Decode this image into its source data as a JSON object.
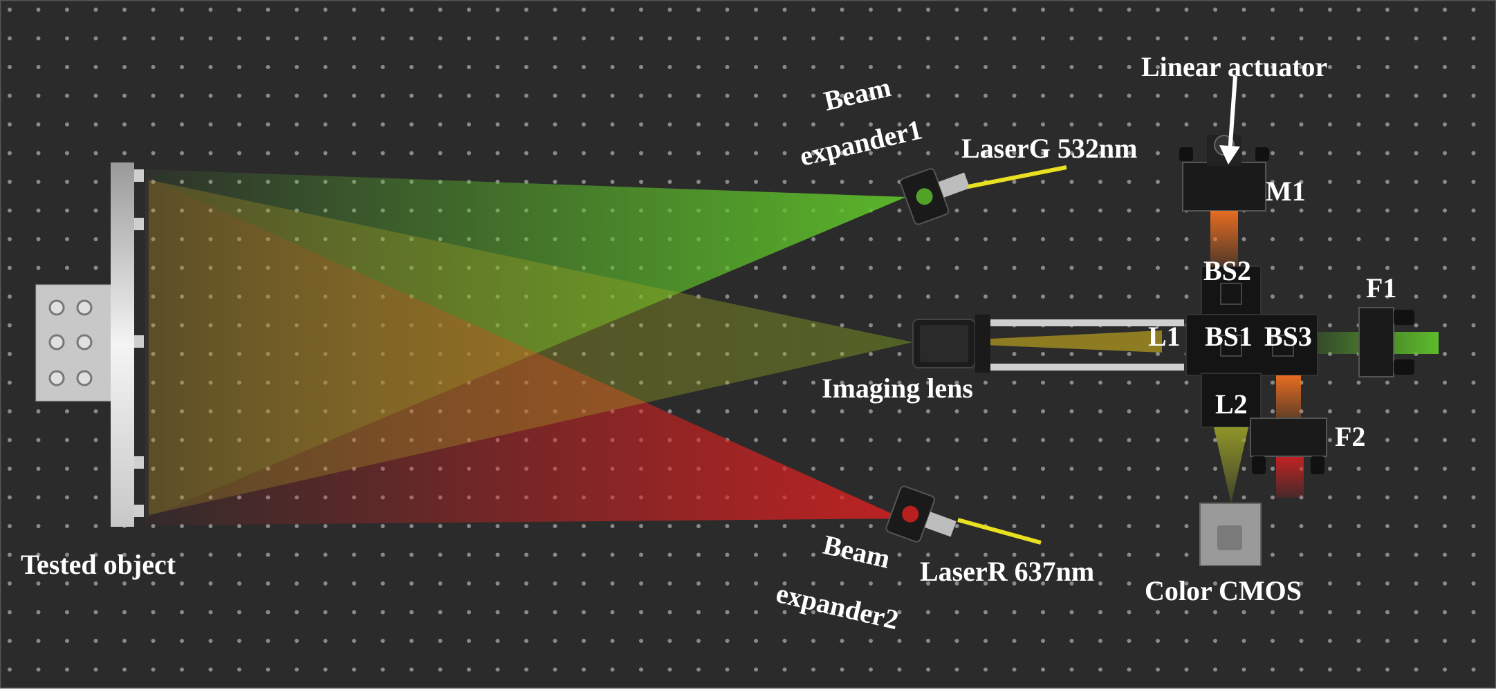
{
  "labels": {
    "linear_actuator": "Linear actuator",
    "beam_expander1_line1": "Beam",
    "beam_expander1_line2": "expander1",
    "laser_g": "LaserG 532nm",
    "m1": "M1",
    "bs2": "BS2",
    "f1": "F1",
    "l1": "L1",
    "bs1": "BS1",
    "bs3": "BS3",
    "imaging_lens": "Imaging lens",
    "l2": "L2",
    "f2": "F2",
    "tested_object": "Tested object",
    "beam_expander2_line1": "Beam",
    "beam_expander2_line2": "expander2",
    "laser_r": "LaserR 637nm",
    "color_cmos": "Color CMOS"
  },
  "colors": {
    "table": "#2b2b2b",
    "hole": "#8a8a8a",
    "green_beam": "#5fc42a",
    "red_beam": "#e02020",
    "mixed_beam": "#c8a020",
    "fiber": "#e8e020",
    "metal": "#d8d8d8",
    "mount": "#1a1a1a",
    "text": "#ffffff"
  }
}
